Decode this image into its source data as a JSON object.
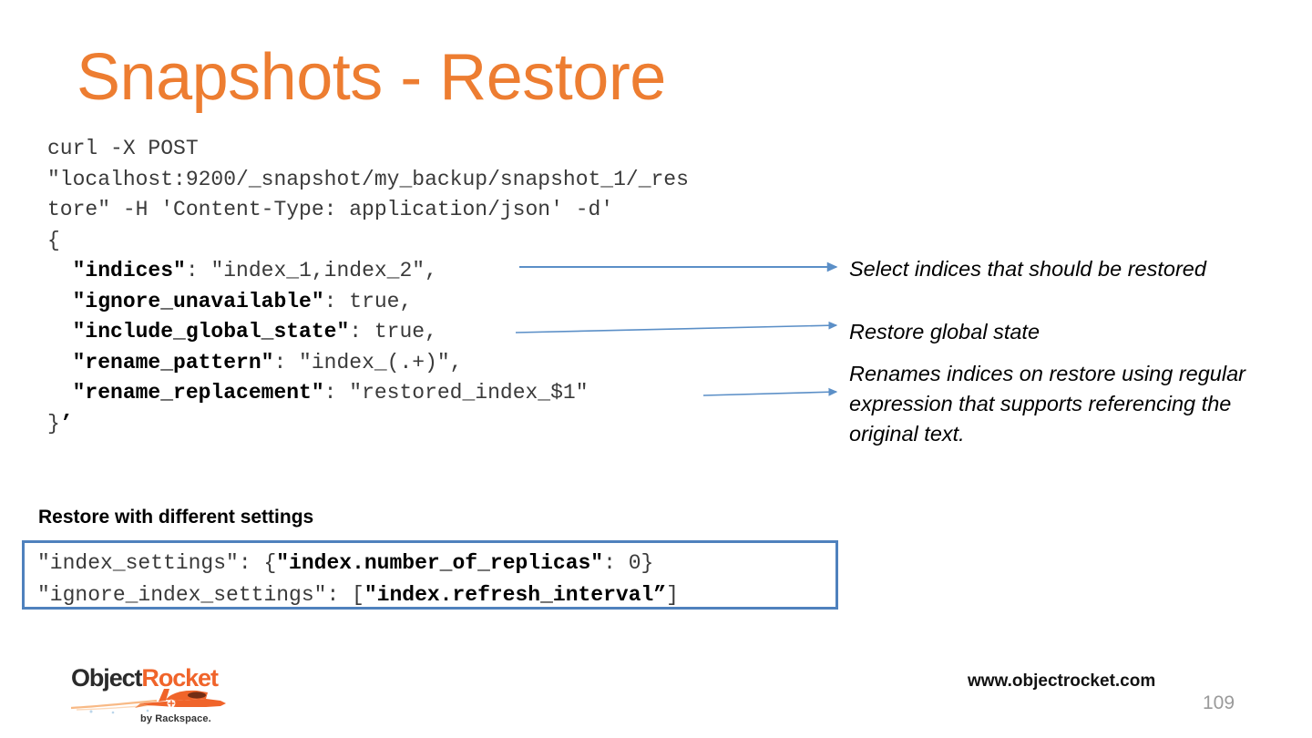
{
  "slide": {
    "title": "Snapshots - Restore",
    "title_color": "#ED7D31",
    "page_number": "109",
    "website": "www.objectrocket.com"
  },
  "code_block": {
    "lines": [
      {
        "text": "curl -X POST",
        "segments": [
          {
            "t": "curl -X POST",
            "bold": false
          }
        ]
      },
      {
        "text": "\"localhost:9200/_snapshot/my_backup/snapshot_1/_res",
        "segments": [
          {
            "t": "\"localhost:9200/_snapshot/my_backup/snapshot_1/_res",
            "bold": false
          }
        ]
      },
      {
        "text": "tore\" -H 'Content-Type: application/json' -d'",
        "segments": [
          {
            "t": "tore\" -H 'Content-Type: application/json' -d'",
            "bold": false
          }
        ]
      },
      {
        "text": "{",
        "segments": [
          {
            "t": "{",
            "bold": false
          }
        ]
      },
      {
        "text": "  \"indices\": \"index_1,index_2\",",
        "segments": [
          {
            "t": "  ",
            "bold": false
          },
          {
            "t": "\"indices\"",
            "bold": true
          },
          {
            "t": ": \"index_1,index_2\",",
            "bold": false
          }
        ]
      },
      {
        "text": "  \"ignore_unavailable\": true,",
        "segments": [
          {
            "t": "  ",
            "bold": false
          },
          {
            "t": "\"ignore_unavailable\"",
            "bold": true
          },
          {
            "t": ": true,",
            "bold": false
          }
        ]
      },
      {
        "text": "  \"include_global_state\": true,",
        "segments": [
          {
            "t": "  ",
            "bold": false
          },
          {
            "t": "\"include_global_state\"",
            "bold": true
          },
          {
            "t": ": true,",
            "bold": false
          }
        ]
      },
      {
        "text": "  \"rename_pattern\": \"index_(.+)\",",
        "segments": [
          {
            "t": "  ",
            "bold": false
          },
          {
            "t": "\"rename_pattern\"",
            "bold": true
          },
          {
            "t": ": \"index_(.+)\",",
            "bold": false
          }
        ]
      },
      {
        "text": "  \"rename_replacement\": \"restored_index_$1\"",
        "segments": [
          {
            "t": "  ",
            "bold": false
          },
          {
            "t": "\"rename_replacement\"",
            "bold": true
          },
          {
            "t": ": \"restored_index_$1\"",
            "bold": false
          }
        ]
      },
      {
        "text": "}’",
        "segments": [
          {
            "t": "}",
            "bold": false
          },
          {
            "t": "’",
            "bold": true
          }
        ]
      }
    ]
  },
  "annotations": [
    {
      "text": "Select indices that should be restored",
      "target_line": "indices"
    },
    {
      "text": "Restore global state",
      "target_line": "include_global_state"
    },
    {
      "text": "Renames indices on restore using regular expression that supports referencing the original text.",
      "target_line": "rename_replacement"
    }
  ],
  "arrow_color": "#5B8FC7",
  "lower_section": {
    "heading": "Restore with different settings",
    "box_border_color": "#4F81BD",
    "lines": [
      {
        "segments": [
          {
            "t": "\"index_settings\": {",
            "bold": false
          },
          {
            "t": "\"index.number_of_replicas\"",
            "bold": true
          },
          {
            "t": ": 0}",
            "bold": false
          }
        ]
      },
      {
        "segments": [
          {
            "t": "\"ignore_index_settings\": [",
            "bold": false
          },
          {
            "t": "\"index.refresh_interval”",
            "bold": true
          },
          {
            "t": "]",
            "bold": false
          }
        ]
      }
    ]
  },
  "logo": {
    "part_one": "Object",
    "part_two": "Rocket",
    "tagline": "by Rackspace.",
    "part_one_color": "#2b2b2b",
    "part_two_color": "#F0642A"
  }
}
